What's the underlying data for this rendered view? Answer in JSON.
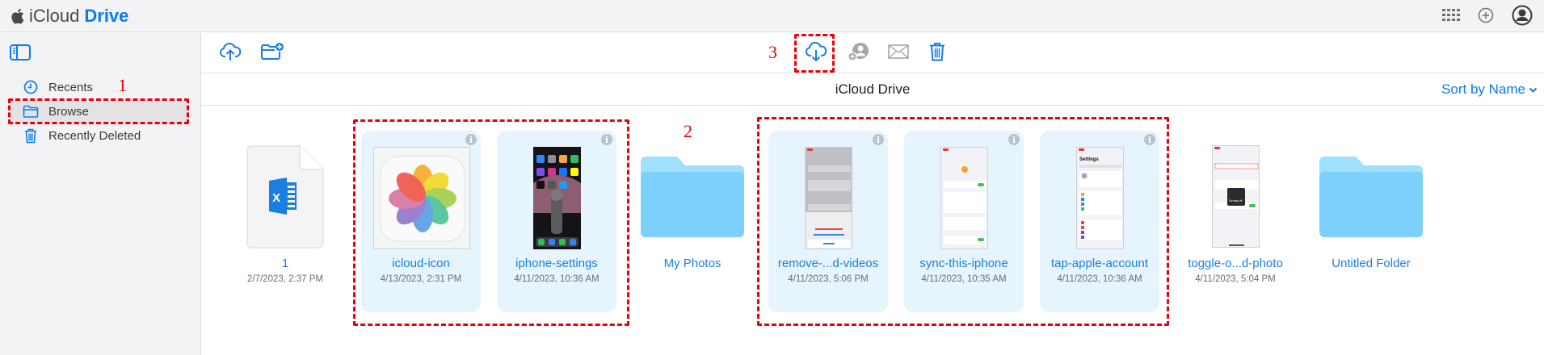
{
  "header": {
    "app_name": "iCloud",
    "app_section": "Drive",
    "icons": [
      "apple-logo-icon",
      "app-grid-icon",
      "add-circle-icon",
      "account-icon"
    ]
  },
  "sidebar": {
    "toggle_icon": "sidebar-toggle-icon",
    "items": [
      {
        "label": "Recents",
        "icon": "clock-icon",
        "active": false
      },
      {
        "label": "Browse",
        "icon": "folder-icon",
        "active": true
      },
      {
        "label": "Recently Deleted",
        "icon": "trash-icon",
        "active": false
      }
    ]
  },
  "toolbar": {
    "buttons": [
      {
        "name": "upload",
        "icon": "cloud-upload-icon"
      },
      {
        "name": "new-folder",
        "icon": "folder-plus-icon"
      },
      {
        "name": "download",
        "icon": "cloud-download-icon"
      },
      {
        "name": "share",
        "icon": "add-person-icon"
      },
      {
        "name": "email",
        "icon": "mail-icon"
      },
      {
        "name": "delete",
        "icon": "trash-icon"
      }
    ]
  },
  "subheader": {
    "title": "iCloud Drive",
    "sort_label": "Sort by Name"
  },
  "annotations": {
    "step1": "1",
    "step2": "2",
    "step3": "3"
  },
  "files": [
    {
      "name": "1",
      "date": "2/7/2023, 2:37 PM",
      "type": "excel",
      "selected": false
    },
    {
      "name": "icloud-icon",
      "date": "4/13/2023, 2:31 PM",
      "type": "image",
      "selected": true
    },
    {
      "name": "iphone-settings",
      "date": "4/11/2023, 10:36 AM",
      "type": "image",
      "selected": true
    },
    {
      "name": "My Photos",
      "date": "",
      "type": "folder",
      "selected": false
    },
    {
      "name": "remove-...d-videos",
      "date": "4/11/2023, 5:06 PM",
      "type": "image",
      "selected": true
    },
    {
      "name": "sync-this-iphone",
      "date": "4/11/2023, 10:35 AM",
      "type": "image",
      "selected": true
    },
    {
      "name": "tap-apple-account",
      "date": "4/11/2023, 10:36 AM",
      "type": "image",
      "selected": true
    },
    {
      "name": "toggle-o...d-photo",
      "date": "4/11/2023, 5:04 PM",
      "type": "image",
      "selected": false
    },
    {
      "name": "Untitled Folder",
      "date": "",
      "type": "folder",
      "selected": false
    }
  ],
  "thumb_text": {
    "settings_title": "Settings",
    "turning_off": "Turning off"
  },
  "colors": {
    "accent": "#0a7cf0",
    "annotation": "#e8000b",
    "selected_card": "#e6f4fd",
    "folder": "#7dd0fa"
  }
}
